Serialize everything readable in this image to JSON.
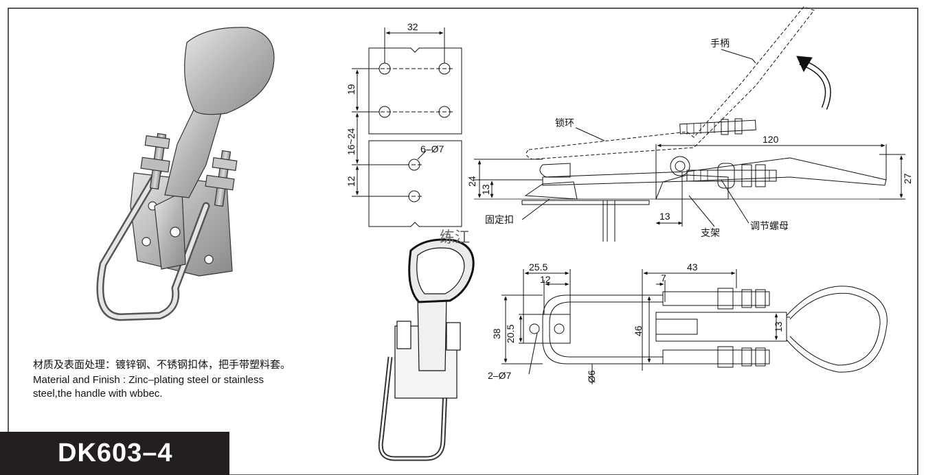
{
  "material": {
    "line_cn": "材质及表面处理：镀锌钢、不锈钢扣体，把手带塑料套。",
    "line_en1": "Material and Finish : Zinc–plating steel or stainless",
    "line_en2": "steel,the handle with wbbec."
  },
  "model": "DK603–4",
  "watermark": "练江",
  "plate_view": {
    "dim_width": "32",
    "dim_v1": "19",
    "dim_v2": "16~24",
    "dim_v3": "12",
    "holes": "6–Ø7"
  },
  "side_view": {
    "label_handle": "手柄",
    "label_lock_ring": "锁环",
    "label_fixed_buckle": "固定扣",
    "label_bracket": "支架",
    "label_adjust_nut": "调节螺母",
    "dim_120": "120",
    "dim_27": "27",
    "dim_24": "24",
    "dim_13a": "13",
    "dim_13b": "13"
  },
  "top_view": {
    "dim_25_5": "25.5",
    "dim_12": "12",
    "dim_43": "43",
    "dim_7": "7",
    "dim_38": "38",
    "dim_20_5": "20.5",
    "dim_46": "46",
    "dim_13": "13",
    "holes": "2–Ø7",
    "wire": "Ø6"
  }
}
